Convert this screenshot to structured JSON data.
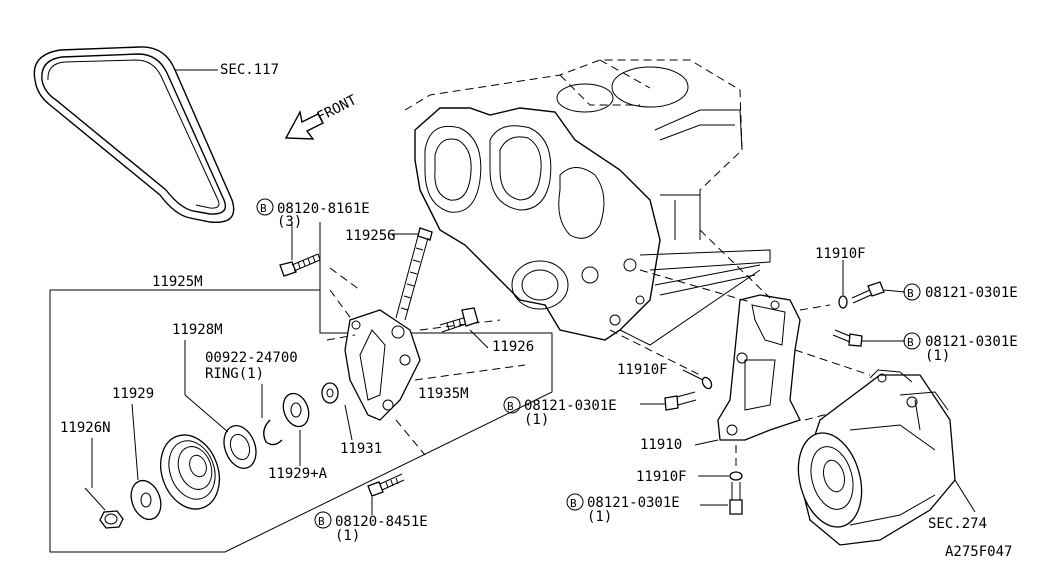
{
  "labels": {
    "sec117": "SEC.117",
    "front": "FRONT",
    "bolt_8161e": "08120-8161E",
    "bolt_8161e_qty": "(3)",
    "p11925g": "11925G",
    "p11925m": "11925M",
    "p11928m": "11928M",
    "p00922": "00922-24700",
    "ring": "RING(1)",
    "p11929": "11929",
    "p11926n": "11926N",
    "p11926": "11926",
    "p11935m": "11935M",
    "p11931": "11931",
    "p11929a": "11929+A",
    "bolt_8451e": "08120-8451E",
    "bolt_8451e_qty": "(1)",
    "p11910f_top": "11910F",
    "bolt_0301e_a": "08121-0301E",
    "bolt_0301e_b": "08121-0301E",
    "bolt_0301e_b_qty": "(1)",
    "p11910f_mid": "11910F",
    "bolt_0301e_c": "08121-0301E",
    "bolt_0301e_c_qty": "(1)",
    "p11910": "11910",
    "p11910f_bot": "11910F",
    "bolt_0301e_d": "08121-0301E",
    "bolt_0301e_d_qty": "(1)",
    "sec274": "SEC.274",
    "figure_code": "A275F047"
  },
  "circle_letter": "B"
}
